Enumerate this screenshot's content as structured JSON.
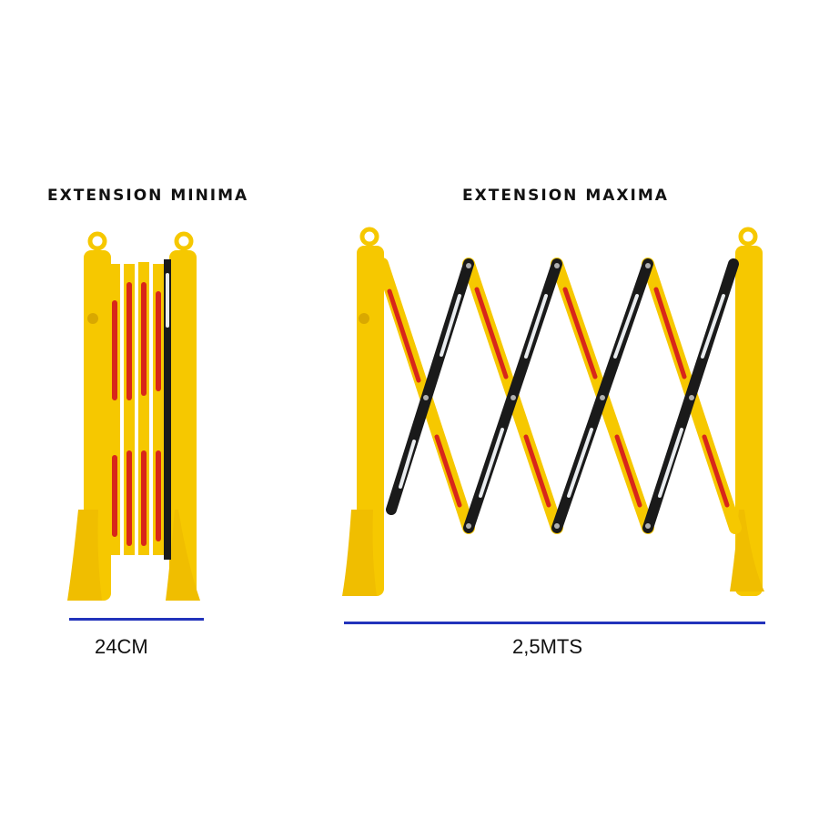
{
  "colors": {
    "barrier_yellow": "#f6c800",
    "barrier_yellow_dark": "#d9a800",
    "reflective_red": "#d8261a",
    "strip_black": "#1a1a1a",
    "reflective_white": "#e9ecef",
    "dimension_line": "#2233bb"
  },
  "panels": {
    "minimum": {
      "heading": "EXTENSION MINIMA",
      "measurement": "24CM",
      "image_icon": "folded-barrier"
    },
    "maximum": {
      "heading": "EXTENSION MAXIMA",
      "measurement": "2,5MTS",
      "image_icon": "extended-barrier"
    }
  }
}
